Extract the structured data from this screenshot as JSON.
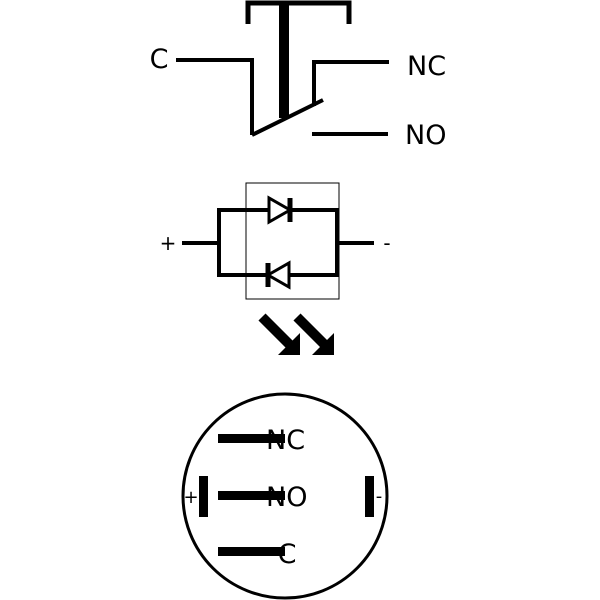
{
  "switch": {
    "common_label": "C",
    "normally_closed_label": "NC",
    "normally_open_label": "NO"
  },
  "led": {
    "plus_label": "+",
    "minus_label": "-"
  },
  "connector": {
    "nc_label": "NC",
    "no_label": "NO",
    "c_label": "C",
    "plus_label": "+",
    "minus_label": "-"
  },
  "colors": {
    "ink": "#000000",
    "background": "#ffffff"
  }
}
